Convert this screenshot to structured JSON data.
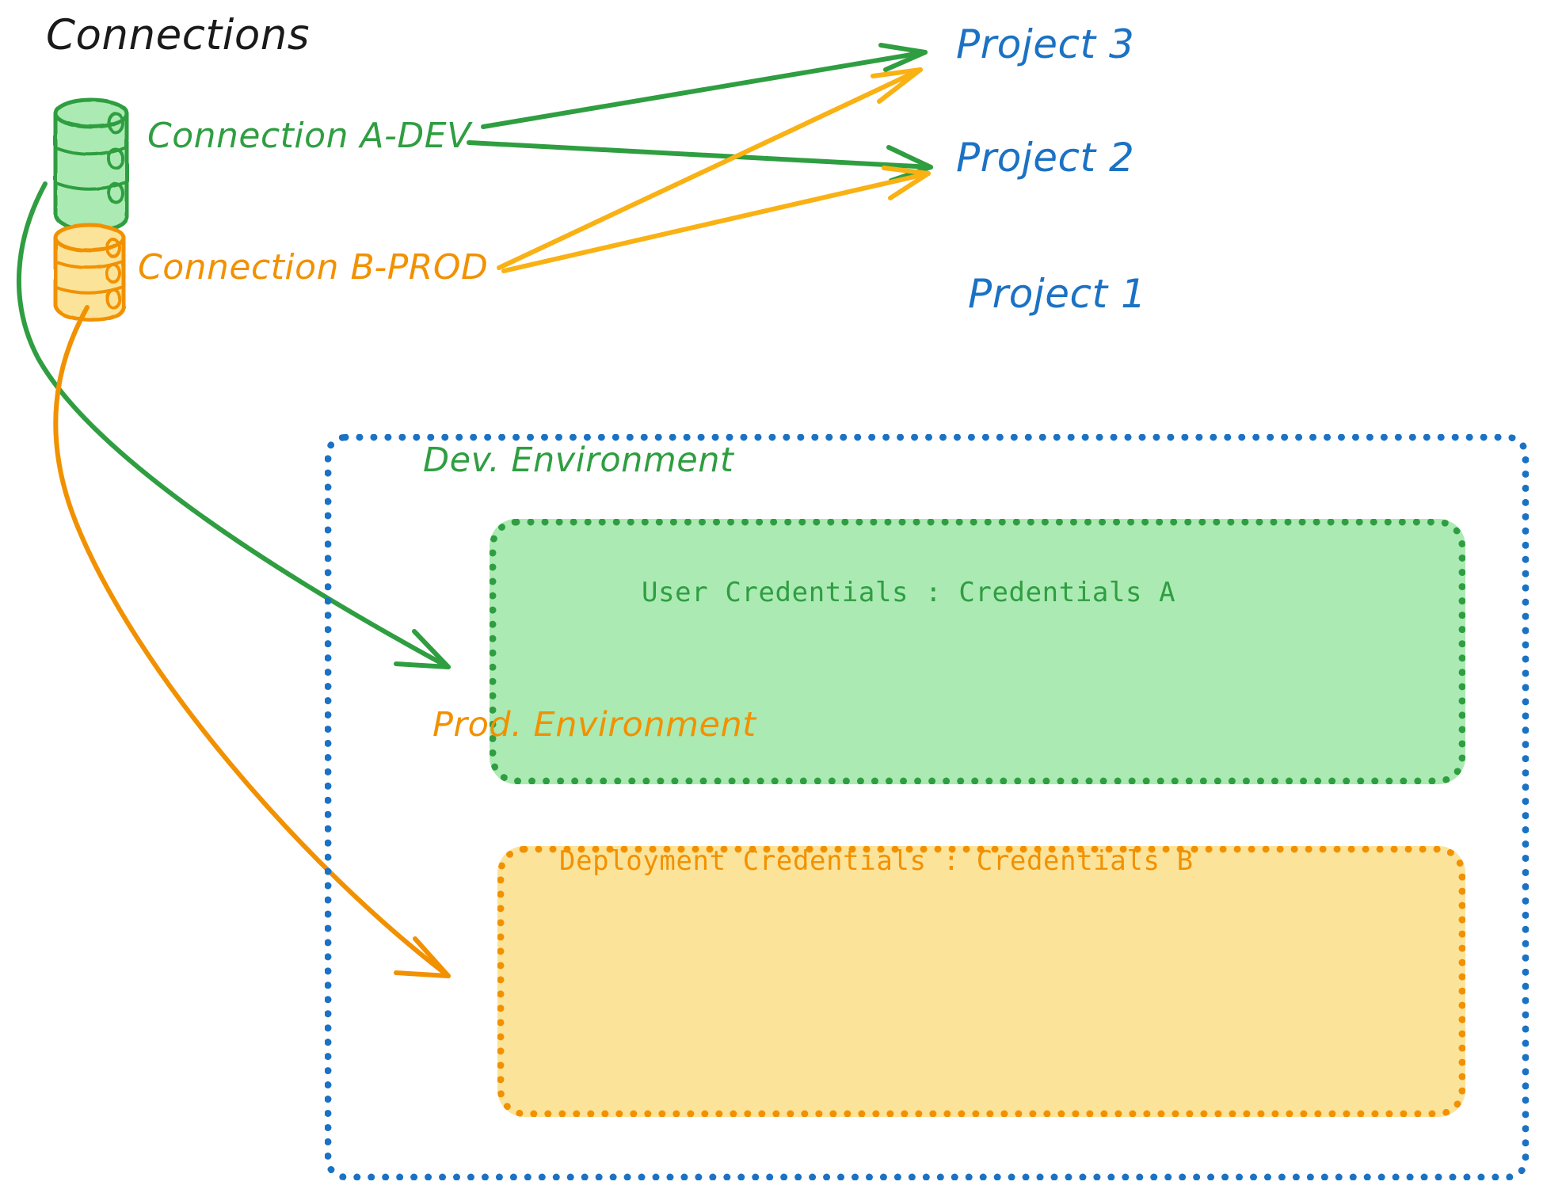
{
  "diagram": {
    "title": "Connections",
    "background_color": "#ffffff"
  },
  "colors": {
    "green": "#2f9e41",
    "green_fill": "#abeab3",
    "orange": "#f29100",
    "orange_fill": "#fbe39a",
    "blue": "#1b72c4",
    "black": "#1a1a1a"
  },
  "connections": [
    {
      "id": "connection-a",
      "label": "Connection A-DEV",
      "color": "#2f9e41",
      "icon": "database-cylinder-icon",
      "targets": [
        "Project 3",
        "Project 2",
        "Dev. Environment"
      ]
    },
    {
      "id": "connection-b",
      "label": "Connection B-PROD",
      "color": "#f29100",
      "icon": "database-cylinder-icon",
      "targets": [
        "Project 3",
        "Project 2",
        "Prod. Environment"
      ]
    }
  ],
  "projects": [
    {
      "id": "project-3",
      "label": "Project 3"
    },
    {
      "id": "project-2",
      "label": "Project 2"
    },
    {
      "id": "project-1",
      "label": "Project 1"
    }
  ],
  "project1": {
    "label": "Project 1",
    "environments": [
      {
        "id": "dev-environment",
        "title": "Dev. Environment",
        "credentials_label": "User Credentials",
        "credentials_separator": ":",
        "credentials_value": "Credentials A",
        "credentials_line": "User Credentials : Credentials A",
        "color": "#2f9e41",
        "fill": "#abeab3"
      },
      {
        "id": "prod-environment",
        "title": "Prod. Environment",
        "credentials_label": "Deployment Credentials",
        "credentials_separator": ":",
        "credentials_value": "Credentials B",
        "credentials_line": "Deployment Credentials : Credentials B",
        "color": "#f29100",
        "fill": "#fbe39a"
      }
    ]
  },
  "arrows": [
    {
      "id": "a-dev-to-project3",
      "from": "Connection A-DEV",
      "to": "Project 3",
      "color": "#2f9e41"
    },
    {
      "id": "a-dev-to-project2",
      "from": "Connection A-DEV",
      "to": "Project 2",
      "color": "#2f9e41"
    },
    {
      "id": "a-dev-to-dev-env",
      "from": "Connection A-DEV",
      "to": "Dev. Environment",
      "color": "#2f9e41"
    },
    {
      "id": "b-prod-to-project3",
      "from": "Connection B-PROD",
      "to": "Project 3",
      "color": "#f29100"
    },
    {
      "id": "b-prod-to-project2",
      "from": "Connection B-PROD",
      "to": "Project 2",
      "color": "#f29100"
    },
    {
      "id": "b-prod-to-prod-env",
      "from": "Connection B-PROD",
      "to": "Prod. Environment",
      "color": "#f29100"
    }
  ]
}
